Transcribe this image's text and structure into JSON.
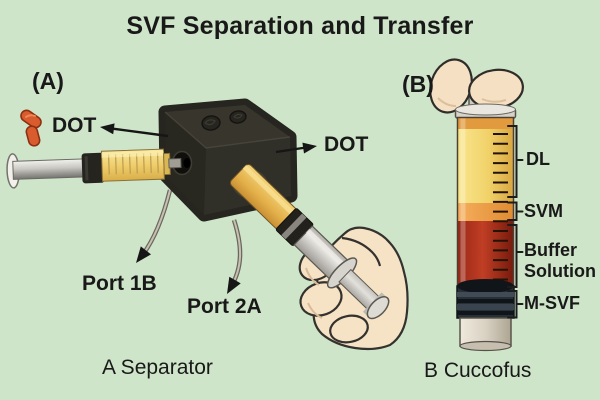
{
  "title": "SVF Separation and Transfer",
  "panel_a": {
    "label": "(A)",
    "caption": "A Separator",
    "dot_label_left": "DOT",
    "dot_label_right": "DOT",
    "port_1_label": "Port 1B",
    "port_2_label": "Port 2A"
  },
  "panel_b": {
    "label": "(B)",
    "caption": "B Cuccofus",
    "layers": {
      "dl": "DL",
      "svm": "SVM",
      "buffer": "Buffer Solution",
      "msvf": "M-SVF"
    }
  },
  "icons": {
    "dot_cap": "dot-cap-icon",
    "arrows": [
      "arrow-dot-left",
      "arrow-dot-right",
      "arrow-port-1b",
      "arrow-port-2a"
    ]
  },
  "colors": {
    "background": "#cfe5c9",
    "text": "#191919",
    "cube_black": "#26251f",
    "syringe_yellow": "#eecb67",
    "dot_cap_red": "#d85c2e",
    "tube_dl_yellow": "#f1d269",
    "tube_svm_orange": "#e9953f",
    "tube_buffer_red": "#a52d18",
    "tube_msvf_dark": "#272f37",
    "skin": "#f5e0c3"
  }
}
